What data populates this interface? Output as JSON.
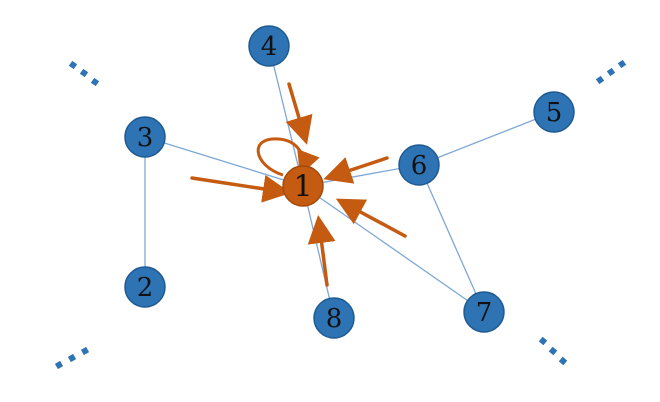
{
  "diagram": {
    "colors": {
      "node_fill": "#2e74b5",
      "node_stroke": "#1f5a91",
      "center_fill": "#c55a11",
      "center_stroke": "#a24a0d",
      "edge": "#7fa7d6",
      "arrow": "#c55a11",
      "ellipsis": "#2e74b5"
    },
    "nodes": [
      {
        "id": "1",
        "label": "1",
        "role": "center"
      },
      {
        "id": "2",
        "label": "2"
      },
      {
        "id": "3",
        "label": "3"
      },
      {
        "id": "4",
        "label": "4"
      },
      {
        "id": "5",
        "label": "5"
      },
      {
        "id": "6",
        "label": "6"
      },
      {
        "id": "7",
        "label": "7"
      },
      {
        "id": "8",
        "label": "8"
      }
    ],
    "edges": [
      [
        "3",
        "1"
      ],
      [
        "3",
        "2"
      ],
      [
        "4",
        "1"
      ],
      [
        "6",
        "1"
      ],
      [
        "6",
        "5"
      ],
      [
        "6",
        "7"
      ],
      [
        "7",
        "1"
      ],
      [
        "8",
        "1"
      ]
    ],
    "arrows_into_center": [
      "4",
      "3",
      "6",
      "7",
      "8"
    ],
    "self_loop": "1"
  }
}
